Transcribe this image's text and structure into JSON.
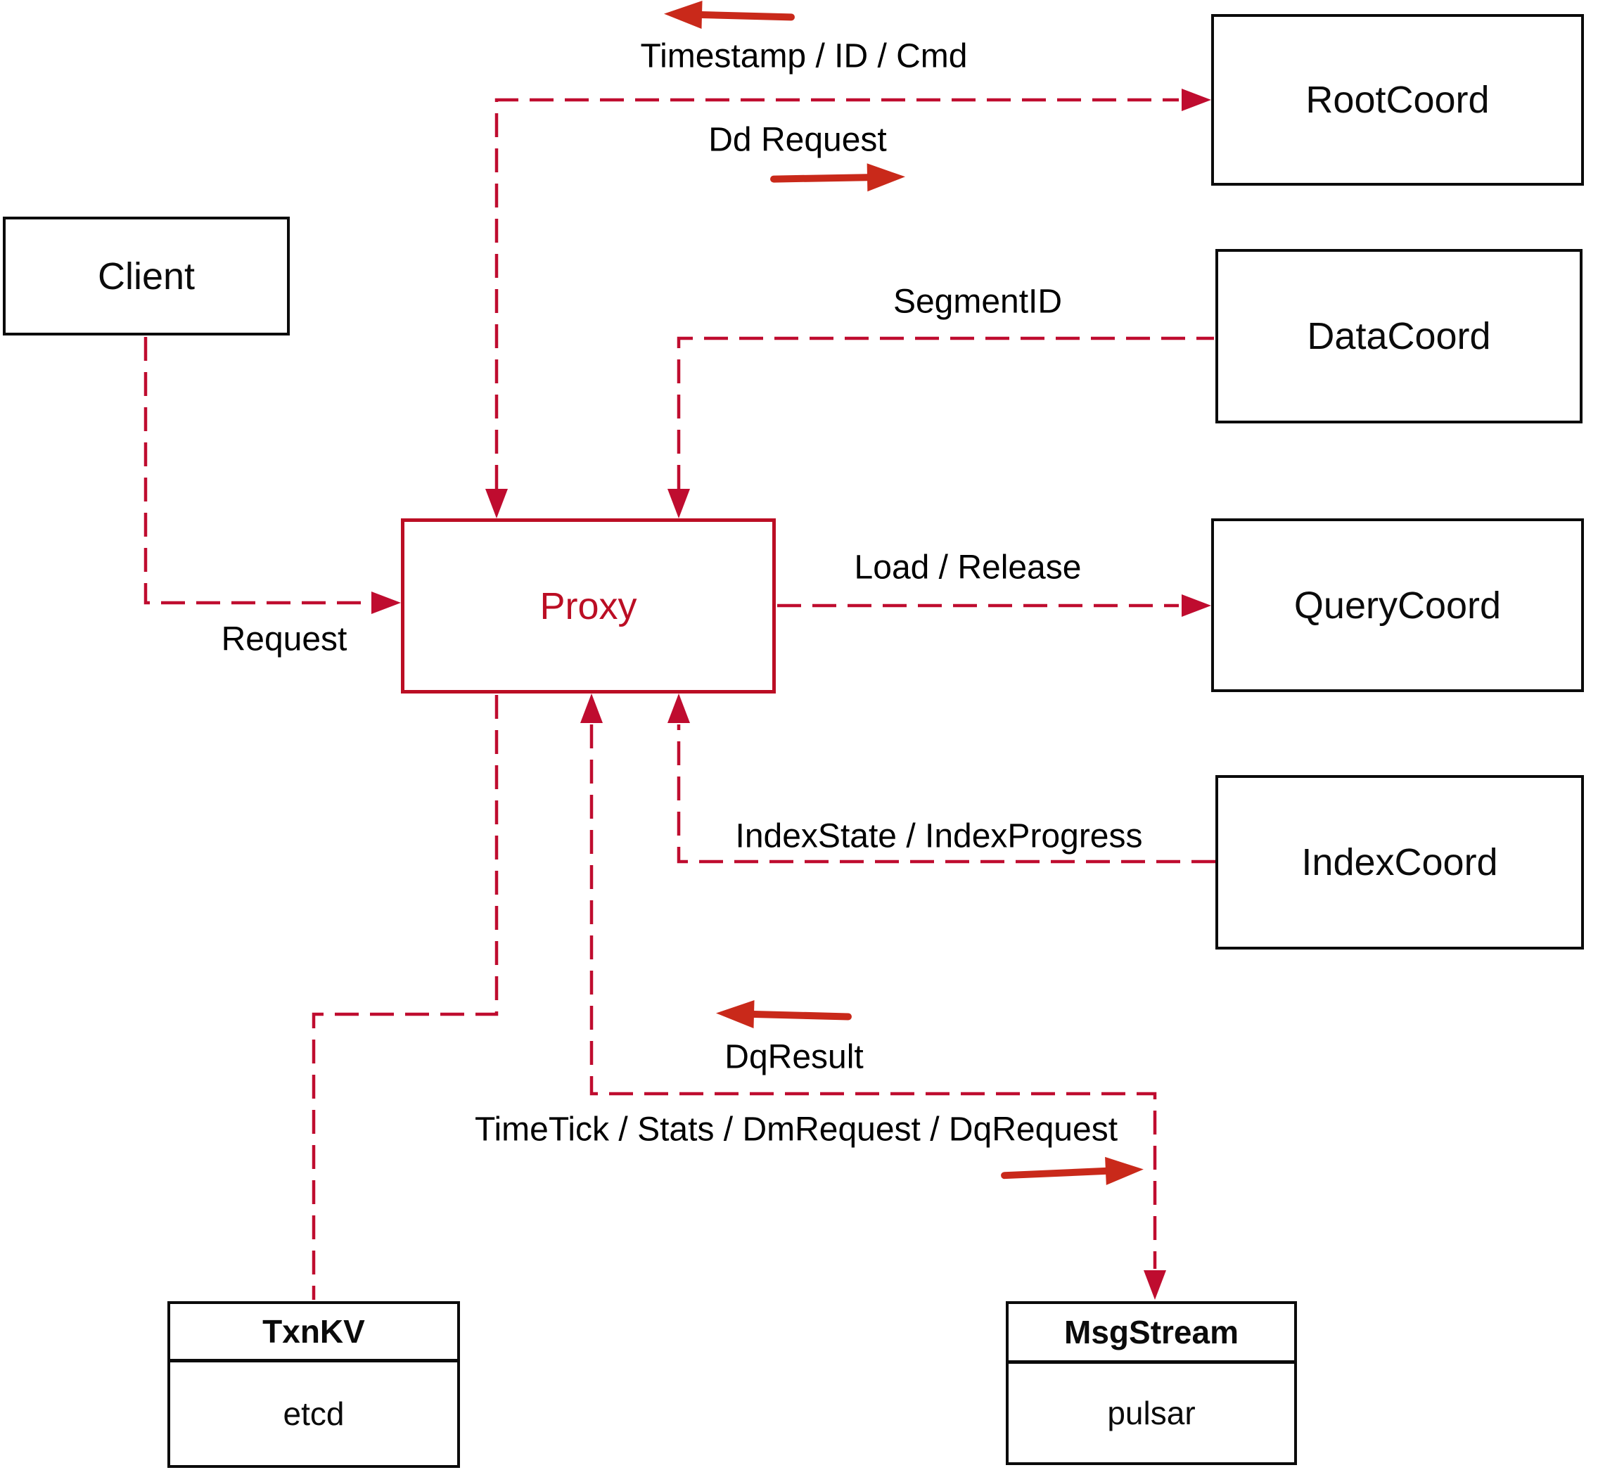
{
  "nodes": {
    "client": {
      "label": "Client"
    },
    "root_coord": {
      "label": "RootCoord"
    },
    "data_coord": {
      "label": "DataCoord"
    },
    "query_coord": {
      "label": "QueryCoord"
    },
    "index_coord": {
      "label": "IndexCoord"
    },
    "proxy": {
      "label": "Proxy"
    },
    "txn_kv": {
      "title": "TxnKV",
      "impl": "etcd"
    },
    "msg_stream": {
      "title": "MsgStream",
      "impl": "pulsar"
    }
  },
  "edge_labels": {
    "request": "Request",
    "timestamp_id_cmd": "Timestamp / ID / Cmd",
    "dd_request": "Dd Request",
    "segment_id": "SegmentID",
    "load_release": "Load / Release",
    "index_state_progress": "IndexState / IndexProgress",
    "dq_result": "DqResult",
    "timetick_stats": "TimeTick / Stats / DmRequest / DqRequest"
  },
  "colors": {
    "dash_line": "#bf0c2f",
    "solid_arrow": "#c9291a",
    "proxy_accent": "#bb0e24",
    "node_border": "#0b0b0b",
    "label_text": "#000000"
  }
}
